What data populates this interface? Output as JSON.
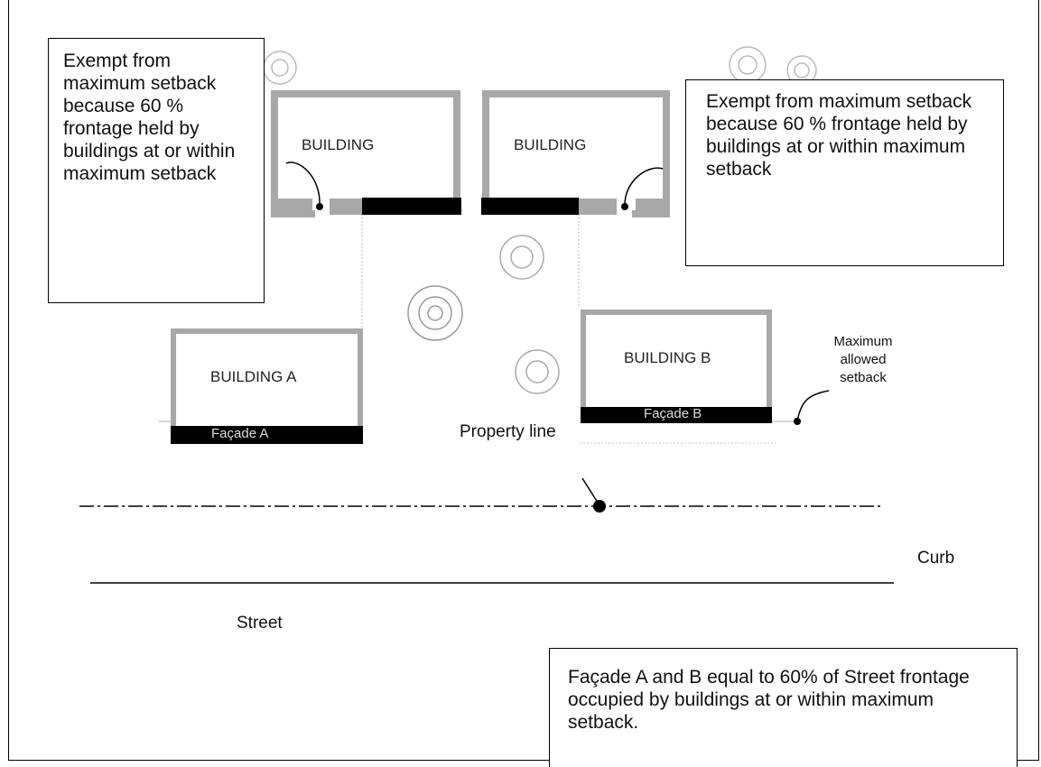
{
  "notes": {
    "left": "Exempt from maximum setback because 60 % frontage held by buildings at or within maximum setback",
    "right": "Exempt from maximum setback because 60 % frontage held by buildings at or within maximum setback",
    "bottom": "Façade A and B equal to 60% of Street frontage occupied by buildings at or within maximum setback."
  },
  "buildings": {
    "top_left": "BUILDING",
    "top_right": "BUILDING",
    "a": "BUILDING A",
    "b": "BUILDING B"
  },
  "facades": {
    "a": "Façade A",
    "b": "Façade B"
  },
  "labels": {
    "property_line": "Property line",
    "max_setback_1": "Maximum",
    "max_setback_2": "allowed",
    "max_setback_3": "setback",
    "curb": "Curb",
    "street": "Street"
  },
  "colors": {
    "wall": "#a8a8a8",
    "facade": "#000000",
    "line": "#000000"
  }
}
